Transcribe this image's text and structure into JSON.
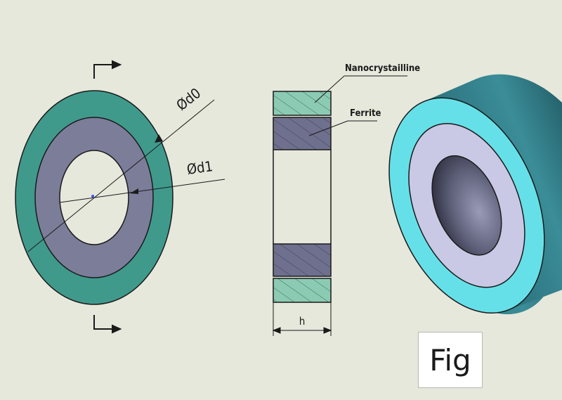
{
  "labels": {
    "outer_diameter": "Ød0",
    "inner_diameter": "Ød1",
    "material_nanocrystalline": "Nanocrystailline",
    "material_ferrite": "Ferrite",
    "height": "h",
    "caption": "Fig"
  },
  "colors": {
    "background": "#e6e8dc",
    "nanocrystalline_ring": "#3f9a8c",
    "ferrite_ring": "#7b7d99",
    "hatch_green": "#7fc4a8",
    "hatch_grey": "#6e6f8c",
    "iso_top_cyan": "#66e0e8",
    "iso_inner_face": "#c9c9e6",
    "iso_side": "#2f7d88",
    "line": "#1a1a1a"
  }
}
